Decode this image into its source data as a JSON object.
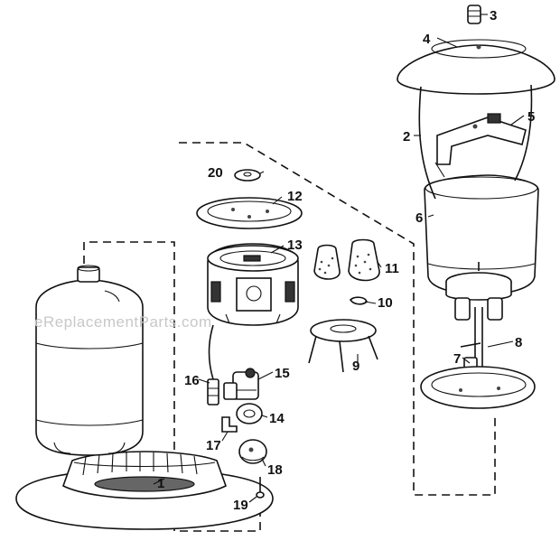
{
  "watermark": "eReplacementParts.com",
  "callouts": [
    {
      "id": "1",
      "label": "1"
    },
    {
      "id": "2",
      "label": "2"
    },
    {
      "id": "3",
      "label": "3"
    },
    {
      "id": "4",
      "label": "4"
    },
    {
      "id": "5",
      "label": "5"
    },
    {
      "id": "6",
      "label": "6"
    },
    {
      "id": "7",
      "label": "7"
    },
    {
      "id": "8",
      "label": "8"
    },
    {
      "id": "9",
      "label": "9"
    },
    {
      "id": "10",
      "label": "10"
    },
    {
      "id": "11",
      "label": "11"
    },
    {
      "id": "12",
      "label": "12"
    },
    {
      "id": "13",
      "label": "13"
    },
    {
      "id": "14",
      "label": "14"
    },
    {
      "id": "15",
      "label": "15"
    },
    {
      "id": "16",
      "label": "16"
    },
    {
      "id": "17",
      "label": "17"
    },
    {
      "id": "18",
      "label": "18"
    },
    {
      "id": "19",
      "label": "19"
    },
    {
      "id": "20",
      "label": "20"
    }
  ]
}
